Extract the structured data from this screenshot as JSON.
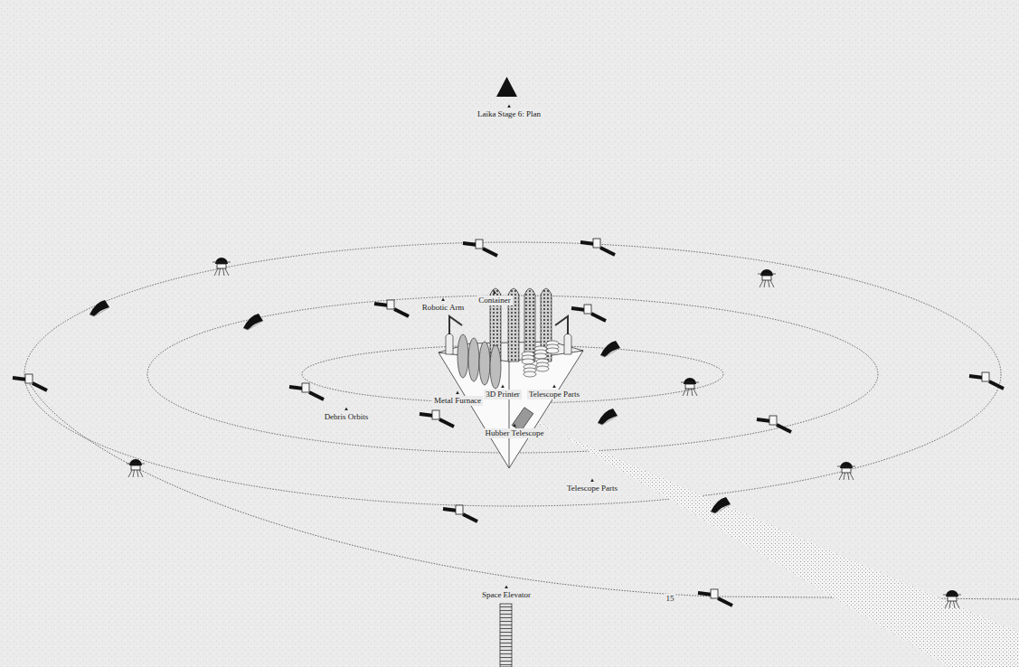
{
  "diagram": {
    "labels": [
      "Laika Stage 6: Plan",
      "Robotic Arm",
      "Container",
      "Metal Furnace",
      "3D Printer",
      "Telescope Parts",
      "Debris Orbits",
      "Hubber Telescope",
      "Telescope Parts",
      "Space Elevator",
      "15"
    ]
  }
}
